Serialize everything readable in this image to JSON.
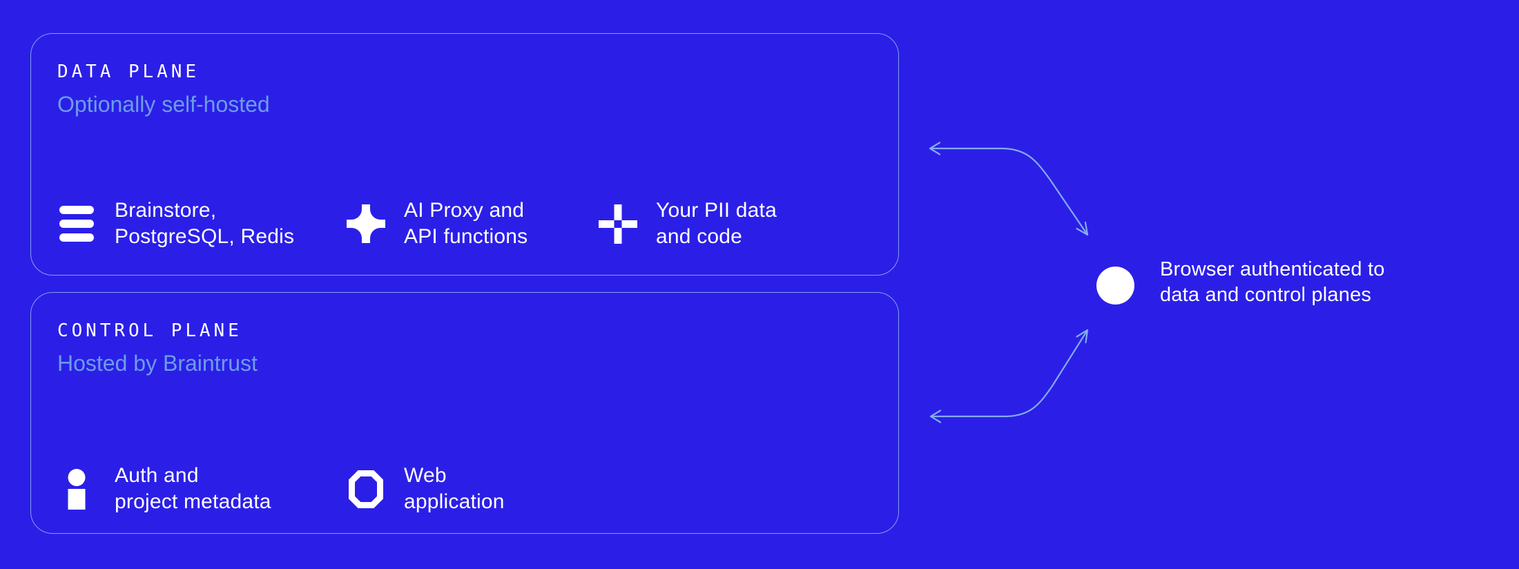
{
  "diagram": {
    "planes": [
      {
        "title": "DATA PLANE",
        "subtitle": "Optionally self-hosted",
        "items": [
          {
            "icon": "stack-icon",
            "line1": "Brainstore,",
            "line2": "PostgreSQL, Redis"
          },
          {
            "icon": "sparkle-icon",
            "line1": "AI Proxy and",
            "line2": "API functions"
          },
          {
            "icon": "plus-icon",
            "line1": "Your PII data",
            "line2": "and code"
          }
        ]
      },
      {
        "title": "CONTROL PLANE",
        "subtitle": "Hosted by Braintrust",
        "items": [
          {
            "icon": "person-icon",
            "line1": "Auth and",
            "line2": "project metadata"
          },
          {
            "icon": "octagon-icon",
            "line1": "Web",
            "line2": "application"
          }
        ]
      }
    ],
    "browser": {
      "icon": "circle-icon",
      "line1": "Browser authenticated to",
      "line2": "data and control planes"
    },
    "colors": {
      "background": "#2b1fe7",
      "box_border": "#94b4f5",
      "subtitle_text": "#6d9de9",
      "arrow": "#85abf2",
      "body_text": "#ffffff",
      "icon_fill": "#ffffff"
    }
  }
}
